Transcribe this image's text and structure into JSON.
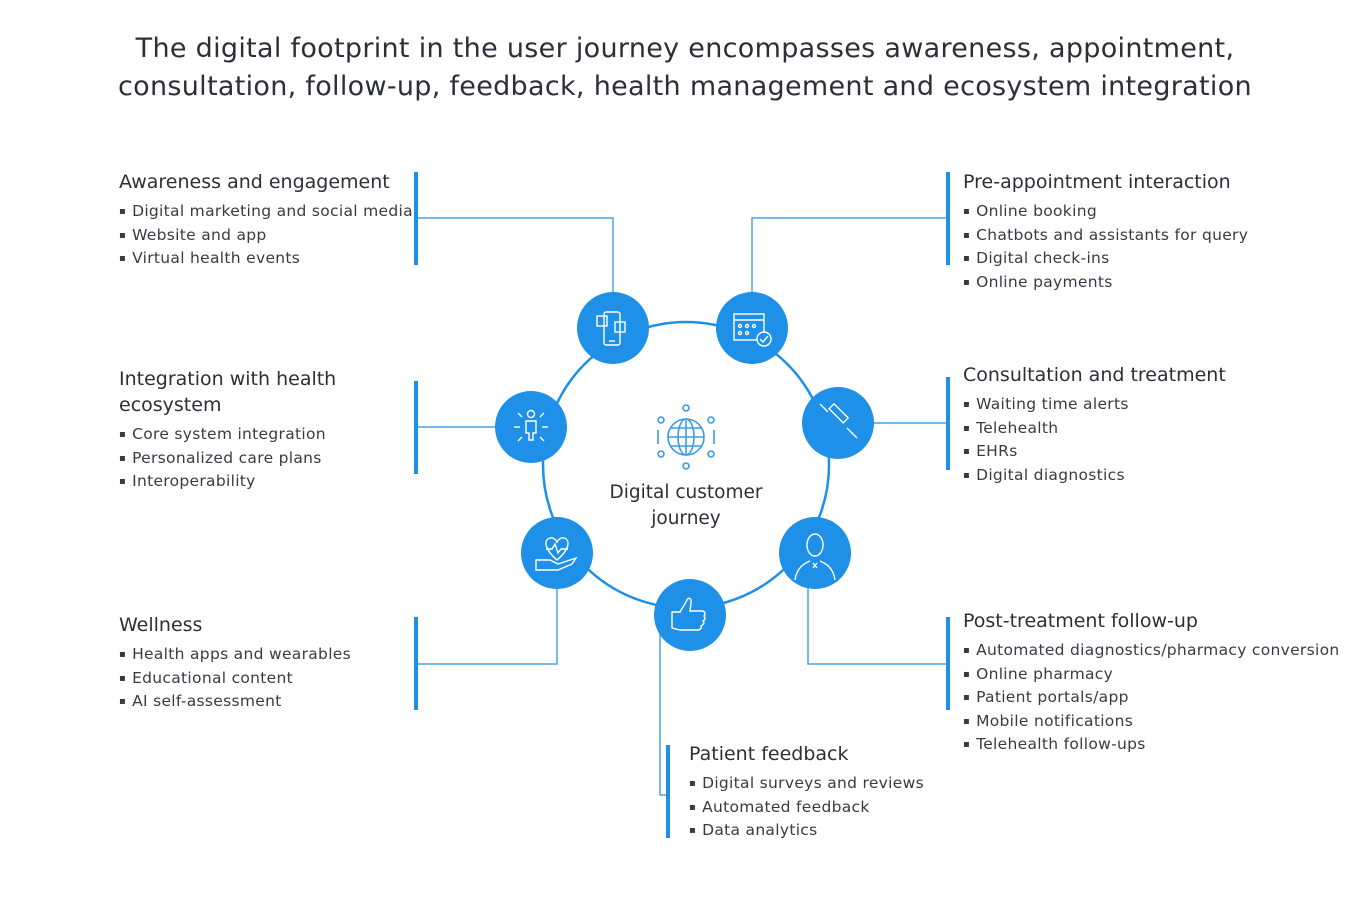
{
  "title": {
    "line1": "The digital footprint in the user journey encompasses awareness, appointment,",
    "line2": "consultation, follow-up, feedback, health management and ecosystem integration"
  },
  "center": {
    "line1": "Digital customer",
    "line2": "journey",
    "icon": "globe-network-icon"
  },
  "colors": {
    "accent": "#1e90e8",
    "text": "#2e2e38"
  },
  "stages": {
    "awareness": {
      "title": "Awareness and engagement",
      "icon": "mobile-apps-icon",
      "items": [
        "Digital marketing and social media",
        "Website and app",
        "Virtual health events"
      ]
    },
    "pre_appointment": {
      "title": "Pre-appointment interaction",
      "icon": "calendar-check-icon",
      "items": [
        "Online booking",
        "Chatbots and assistants for query",
        "Digital check-ins",
        "Online payments"
      ]
    },
    "consultation": {
      "title": "Consultation and treatment",
      "icon": "syringe-icon",
      "items": [
        "Waiting time alerts",
        "Telehealth",
        "EHRs",
        "Digital diagnostics"
      ]
    },
    "post_treatment": {
      "title": "Post-treatment follow-up",
      "icon": "doctor-icon",
      "items": [
        "Automated diagnostics/pharmacy conversion",
        "Online pharmacy",
        "Patient portals/app",
        "Mobile notifications",
        "Telehealth follow-ups"
      ]
    },
    "feedback": {
      "title": "Patient feedback",
      "icon": "thumbs-up-icon",
      "items": [
        "Digital surveys and reviews",
        "Automated feedback",
        "Data analytics"
      ]
    },
    "wellness": {
      "title": "Wellness",
      "icon": "heart-hand-icon",
      "items": [
        "Health apps and wearables",
        "Educational content",
        "AI self-assessment"
      ]
    },
    "integration": {
      "title_line1": "Integration with health",
      "title_line2": "ecosystem",
      "icon": "person-network-icon",
      "items": [
        "Core system integration",
        "Personalized care plans",
        "Interoperability"
      ]
    }
  }
}
